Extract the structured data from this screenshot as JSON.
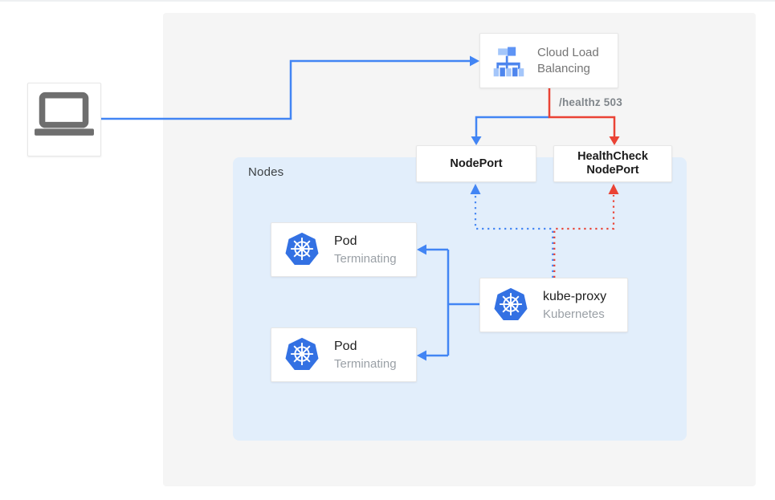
{
  "colors": {
    "blue_accent": "#4285f4",
    "red_accent": "#ea4335",
    "panel_gray": "#f5f5f5",
    "panel_blue": "#e2eefb",
    "kubernetes_blue": "#3371e3",
    "lb_icon_light_blue": "#a4c6fa",
    "lb_icon_medium_blue": "#4e86ee",
    "laptop_gray": "#6e6e6e"
  },
  "icons": {
    "client": "laptop-icon",
    "cloud_load_balancing": "load-balancer-icon",
    "pod": "kubernetes-icon",
    "kube_proxy": "kubernetes-icon"
  },
  "cloud_load_balancing": {
    "label": "Cloud Load Balancing"
  },
  "healthz_annotation": "/healthz 503",
  "nodeport": {
    "label": "NodePort"
  },
  "healthcheck_nodeport": {
    "label": "HealthCheck NodePort"
  },
  "nodes_panel": {
    "label": "Nodes"
  },
  "pods": [
    {
      "title": "Pod",
      "status": "Terminating"
    },
    {
      "title": "Pod",
      "status": "Terminating"
    }
  ],
  "kube_proxy": {
    "title": "kube-proxy",
    "subtitle": "Kubernetes"
  }
}
